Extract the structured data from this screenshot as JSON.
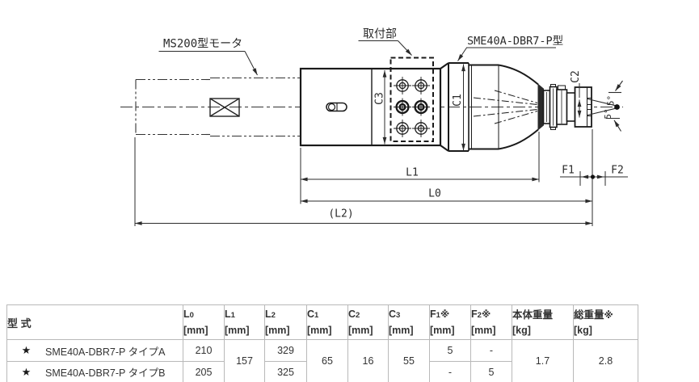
{
  "drawing": {
    "labels": {
      "motor": "MS200型モータ",
      "mount": "取付部",
      "model": "SME40A-DBR7-P型"
    },
    "dims": {
      "c1": "C1",
      "c2": "C2",
      "c3": "C3",
      "l1": "L1",
      "l0": "L0",
      "l2": "(L2)",
      "f1": "F1",
      "f2": "F2",
      "angle_top": "5°",
      "angle_bottom": "5°"
    },
    "colors": {
      "line": "#2b2b2b",
      "fill": "#ffffff"
    }
  },
  "table": {
    "header": {
      "model": "型 式",
      "cols": [
        {
          "main": "L",
          "sub": "0",
          "suffix": "",
          "unit": "[mm]"
        },
        {
          "main": "L",
          "sub": "1",
          "suffix": "",
          "unit": "[mm]"
        },
        {
          "main": "L",
          "sub": "2",
          "suffix": "",
          "unit": "[mm]"
        },
        {
          "main": "C",
          "sub": "1",
          "suffix": "",
          "unit": "[mm]"
        },
        {
          "main": "C",
          "sub": "2",
          "suffix": "",
          "unit": "[mm]"
        },
        {
          "main": "C",
          "sub": "3",
          "suffix": "",
          "unit": "[mm]"
        },
        {
          "main": "F",
          "sub": "1",
          "suffix": "※",
          "unit": "[mm]"
        },
        {
          "main": "F",
          "sub": "2",
          "suffix": "※",
          "unit": "[mm]"
        },
        {
          "main": "本体重量",
          "sub": "",
          "suffix": "",
          "unit": "[kg]"
        },
        {
          "main": "総重量",
          "sub": "",
          "suffix": "※",
          "unit": "[kg]"
        }
      ]
    },
    "rows": [
      {
        "star": "★",
        "model": "SME40A-DBR7-P タイプA",
        "l0": "210",
        "l2": "329",
        "f1": "5",
        "f2": "-"
      },
      {
        "star": "★",
        "model": "SME40A-DBR7-P タイプB",
        "l0": "205",
        "l2": "325",
        "f1": "-",
        "f2": "5"
      }
    ],
    "shared": {
      "l1": "157",
      "c1": "65",
      "c2": "16",
      "c3": "55",
      "body_weight": "1.7",
      "total_weight": "2.8"
    },
    "border_color": "#b9b9b9"
  }
}
